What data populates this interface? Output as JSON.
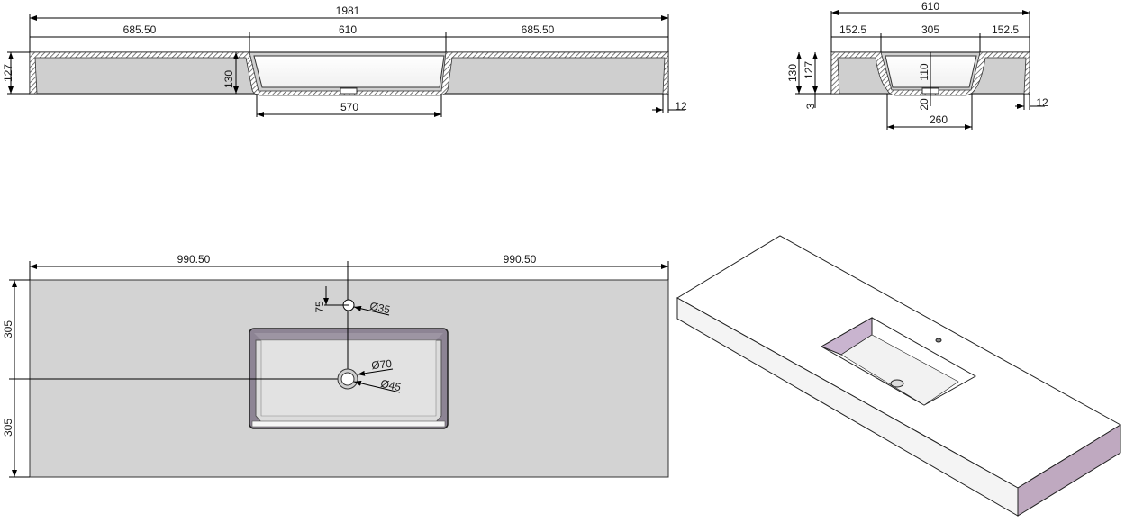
{
  "front_section": {
    "overall_width": "1981",
    "left_width": "685.50",
    "basin_width": "610",
    "right_width": "685.50",
    "basin_bottom_width": "570",
    "height": "127",
    "basin_depth": "130",
    "wall_thickness": "12"
  },
  "side_section": {
    "overall_depth": "610",
    "left_margin": "152.5",
    "basin_depth_width": "305",
    "right_margin": "152.5",
    "basin_bottom_width": "260",
    "total_height": "130",
    "height": "127",
    "offset": "3",
    "inner_depth": "110",
    "drain_depth": "20",
    "wall_thickness": "12"
  },
  "plan_view": {
    "left_to_center": "990.50",
    "right_to_center": "990.50",
    "top_half_depth": "305",
    "bottom_half_depth": "305",
    "tap_hole_offset": "75",
    "tap_hole_diameter": "Ø35",
    "drain_outer_diameter": "Ø70",
    "drain_inner_diameter": "Ø45"
  },
  "colors": {
    "surface": "#d3d3d3",
    "end_face": "#bfa9c0",
    "inner_wall": "#c9b4cf"
  }
}
